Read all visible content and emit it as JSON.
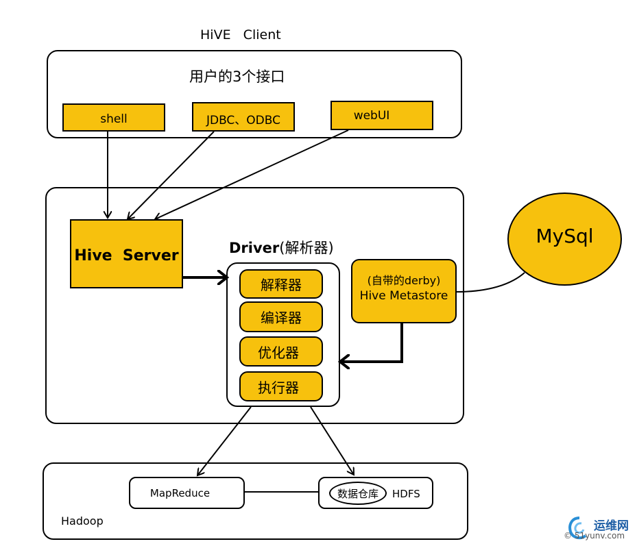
{
  "client": {
    "title": "HiVE   Client",
    "heading": "用户的3个接口",
    "interfaces": [
      "shell",
      "JDBC、ODBC",
      "webUI"
    ]
  },
  "server": {
    "hive_server": "Hive  Server",
    "driver_bold": "Driver",
    "driver_suffix": "(解析器)",
    "driver_steps": [
      "解释器",
      "编译器",
      "优化器",
      "执行器"
    ],
    "metastore_line1": "(自带的derby)",
    "metastore_line2": "Hive Metastore"
  },
  "mysql": "MySql",
  "hadoop": {
    "label": "Hadoop",
    "mapreduce": "MapReduce",
    "warehouse": "数据仓库",
    "hdfs": "HDFS"
  },
  "watermark": {
    "text": "运维网",
    "subtext": "© 51yunv.com"
  },
  "colors": {
    "accent": "#f7c10d"
  }
}
